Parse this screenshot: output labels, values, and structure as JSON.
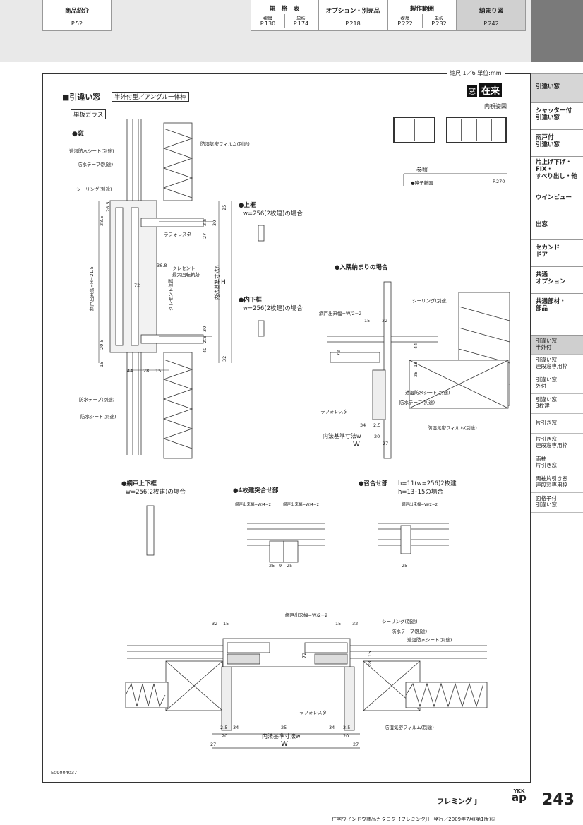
{
  "header": {
    "tabs": [
      {
        "title": "商品紹介",
        "page": "P.52"
      },
      {
        "title": "規　格　表",
        "sub1": "複層",
        "sub2": "単板",
        "page1": "P.130",
        "page2": "P.174"
      },
      {
        "title": "オプション・別売品",
        "page": "P.218"
      },
      {
        "title": "製作範囲",
        "sub1": "複層",
        "sub2": "単板",
        "page1": "P.222",
        "page2": "P.232"
      },
      {
        "title": "納まり図",
        "page": "P.242"
      }
    ]
  },
  "scale_note": "縮尺 1／6 単位:mm",
  "section": {
    "title": "■引違い窓",
    "type_box": "半外付型／アングル一体枠",
    "glass_box": "単板ガラス",
    "bullet_window": "●窓",
    "badge_icon": "窓",
    "badge_text": "在来",
    "view_label": "内観姿図"
  },
  "reference": {
    "label": "参照",
    "item": "●障子断面",
    "page": "P.270"
  },
  "labels": {
    "l1": "透湿防水シート(別途)",
    "l2": "防水テープ(別途)",
    "l3": "シーリング(別途)",
    "l4": "防湿気密フィルム(別途)",
    "l5": "ラフォレスタ",
    "l6": "クレセント",
    "l7": "最大回転軌跡",
    "l8": "クレセント位置",
    "l9": "内法基準寸法h",
    "l10": "H",
    "l11": "網戸出来高=H−21.5",
    "l12": "防水テープ(別途)",
    "l13": "防水シート(別途)"
  },
  "dims": {
    "d1": "28.5",
    "d2": "26.5",
    "d3": "25",
    "d4": "2.5",
    "d5": "27",
    "d6": "30",
    "d7": "36.8",
    "d8": "72",
    "d9": "30",
    "d10": "2.5",
    "d11": "40",
    "d12": "20.5",
    "d13": "15",
    "d14": "32",
    "d15": "44",
    "d16": "28",
    "d17": "15"
  },
  "upper_frame": {
    "title": "●上框",
    "cond": "w=256(2枚建)の場合"
  },
  "inner_lower": {
    "title": "●内下框",
    "cond": "w=256(2枚建)の場合"
  },
  "corner": {
    "title": "●入隅納まりの場合",
    "screen_w": "網戸出来幅=W/2−2",
    "l_seal": "シーリング(別途)",
    "l_sheet": "透湿防水シート(別途)",
    "l_tape": "防水テープ(別途)",
    "l_film": "防湿気密フィルム(別途)",
    "l_lafo": "ラフォレスタ",
    "inner": "内法基準寸法w",
    "W": "W",
    "dims": [
      "15",
      "32",
      "44",
      "72",
      "15",
      "28",
      "34",
      "2.5",
      "20",
      "27"
    ]
  },
  "screen_frame": {
    "title": "●網戸上下框",
    "cond": "w=256(2枚建)の場合"
  },
  "four_panel": {
    "title": "●4枚建突合せ部",
    "w1": "網戸出来幅=W/4−2",
    "w2": "網戸出来幅=W/4−2",
    "dims": [
      "25",
      "9",
      "25"
    ]
  },
  "meeting": {
    "title": "●召合せ部",
    "cond1": "h=11(w=256)2枚建",
    "cond2": "h=13･15の場合",
    "screen_w": "網戸出来幅=W/2−2",
    "dim": "25"
  },
  "bottom": {
    "screen_w": "網戸出来幅=W/2−2",
    "l_seal": "シーリング(別途)",
    "l_tape": "防水テープ(別途)",
    "l_sheet": "透湿防水シート(別途)",
    "l_lafo": "ラフォレスタ",
    "l_film": "防湿気密フィルム(別途)",
    "inner": "内法基準寸法w",
    "W": "W",
    "dims": [
      "32",
      "15",
      "15",
      "32",
      "72",
      "15",
      "28",
      "2.5",
      "34",
      "25",
      "34",
      "2.5",
      "20",
      "20",
      "27",
      "27"
    ]
  },
  "doc_code": "E09004037",
  "sidebar": {
    "main": [
      "引違い窓",
      "シャッター付\n引違い窓",
      "雨戸付\n引違い窓",
      "片上げ下げ・\nFIX・\nすべり出し・他",
      "ウインビュー",
      "出窓",
      "セカンド\nドア",
      "共通\nオプション",
      "共通部材・\n部品"
    ],
    "sub": [
      "引違い窓\n半外付",
      "引違い窓\n連段窓専用枠",
      "引違い窓\n外付",
      "引違い窓\n3枚建",
      "片引き窓",
      "片引き窓\n連段窓専用枠",
      "両袖\n片引き窓",
      "両袖片引き窓\n連段窓専用枠",
      "面格子付\n引違い窓"
    ]
  },
  "footer": {
    "brand": "フレミング J",
    "logo1": "YKK",
    "logo2": "ap",
    "page": "243",
    "pub": "住宅ウインドウ商品カタログ【フレミングJ】 発行／2009年7月(第1版)①"
  }
}
